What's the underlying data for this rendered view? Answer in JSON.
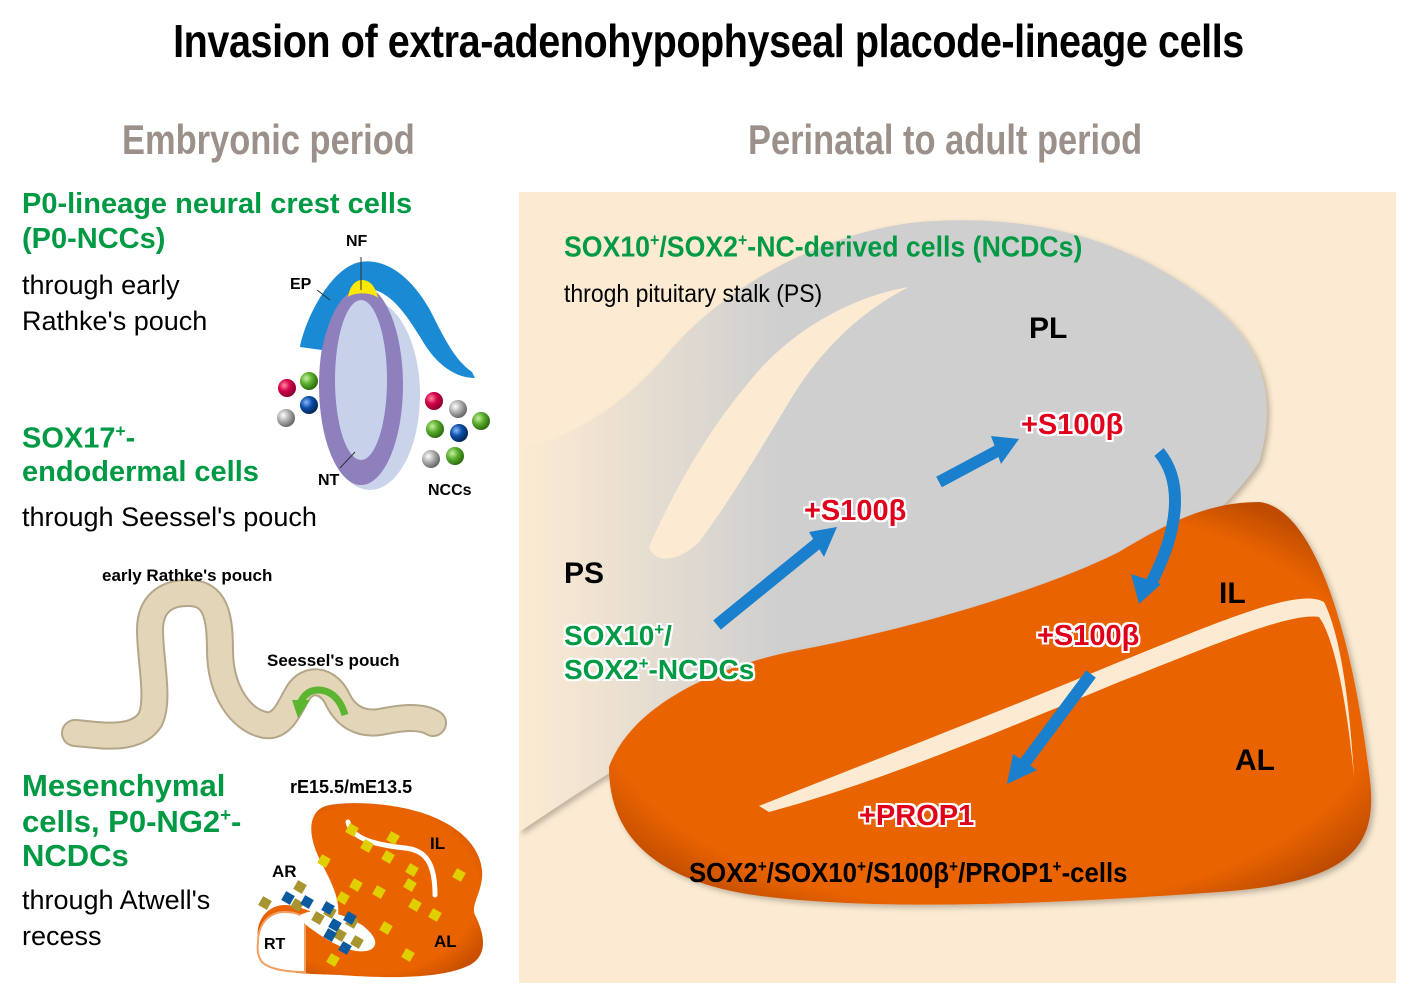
{
  "title": "Invasion of extra-adenohypophyseal placode-lineage cells",
  "periods": {
    "embryonic": "Embryonic period",
    "perinatal": "Perinatal to adult period"
  },
  "colors": {
    "green": "#009a44",
    "red": "#e0001b",
    "orange": "#e96300",
    "gray_lobe": "#cfcfcf",
    "panel_bg": "#fcebd2",
    "arrow_blue": "#1a7fcc",
    "period_gray": "#9c918a"
  },
  "left": {
    "section1": {
      "heading_line1": "P0-lineage neural crest cells",
      "heading_line2": "(P0-NCCs)",
      "body_line1": "through early",
      "body_line2": "Rathke's pouch"
    },
    "section2": {
      "heading_line1": "SOX17",
      "heading_sup": "+",
      "heading_line1_suffix": "-",
      "heading_line2": "endodermal cells",
      "body": "through Seessel's pouch"
    },
    "neural_tube_diagram": {
      "labels": {
        "nf": "NF",
        "ep": "EP",
        "nt": "NT",
        "nccs": "NCCs"
      }
    },
    "pouch_diagram": {
      "labels": {
        "early_rathke": "early Rathke's pouch",
        "seessel": "Seessel's pouch"
      }
    },
    "section3": {
      "heading_line1": "Mesenchymal",
      "heading_line2_prefix": "cells, P0-NG2",
      "heading_line2_sup": "+",
      "heading_line2_suffix": "-",
      "heading_line3": "NCDCs",
      "body_line1": "through Atwell's",
      "body_line2": "recess"
    },
    "gland_diagram": {
      "stage": "rE15.5/mE13.5",
      "labels": {
        "il": "IL",
        "ar": "AR",
        "rt": "RT",
        "al": "AL"
      }
    }
  },
  "right": {
    "heading_prefix1": "SOX10",
    "heading_sup1": "+",
    "heading_mid": "/SOX2",
    "heading_sup2": "+",
    "heading_suffix": "-NC-derived cells (NCDCs)",
    "subheading": "throgh pituitary stalk (PS)",
    "region_labels": {
      "pl": "PL",
      "ps": "PS",
      "il": "IL",
      "al": "AL"
    },
    "origin_line1_prefix": "SOX10",
    "origin_line1_sup": "+",
    "origin_line1_suffix": "/",
    "origin_line2_prefix": "SOX2",
    "origin_line2_sup": "+",
    "origin_line2_suffix": "-NCDCs",
    "markers": [
      "+S100β",
      "+S100β",
      "+S100β",
      "+PROP1"
    ],
    "final_cells": {
      "p1": "SOX2",
      "s1": "+",
      "p2": "/SOX10",
      "s2": "+",
      "p3": "/S100β",
      "s3": "+",
      "p4": "/PROP1",
      "s4": "+",
      "p5": "-cells"
    }
  }
}
